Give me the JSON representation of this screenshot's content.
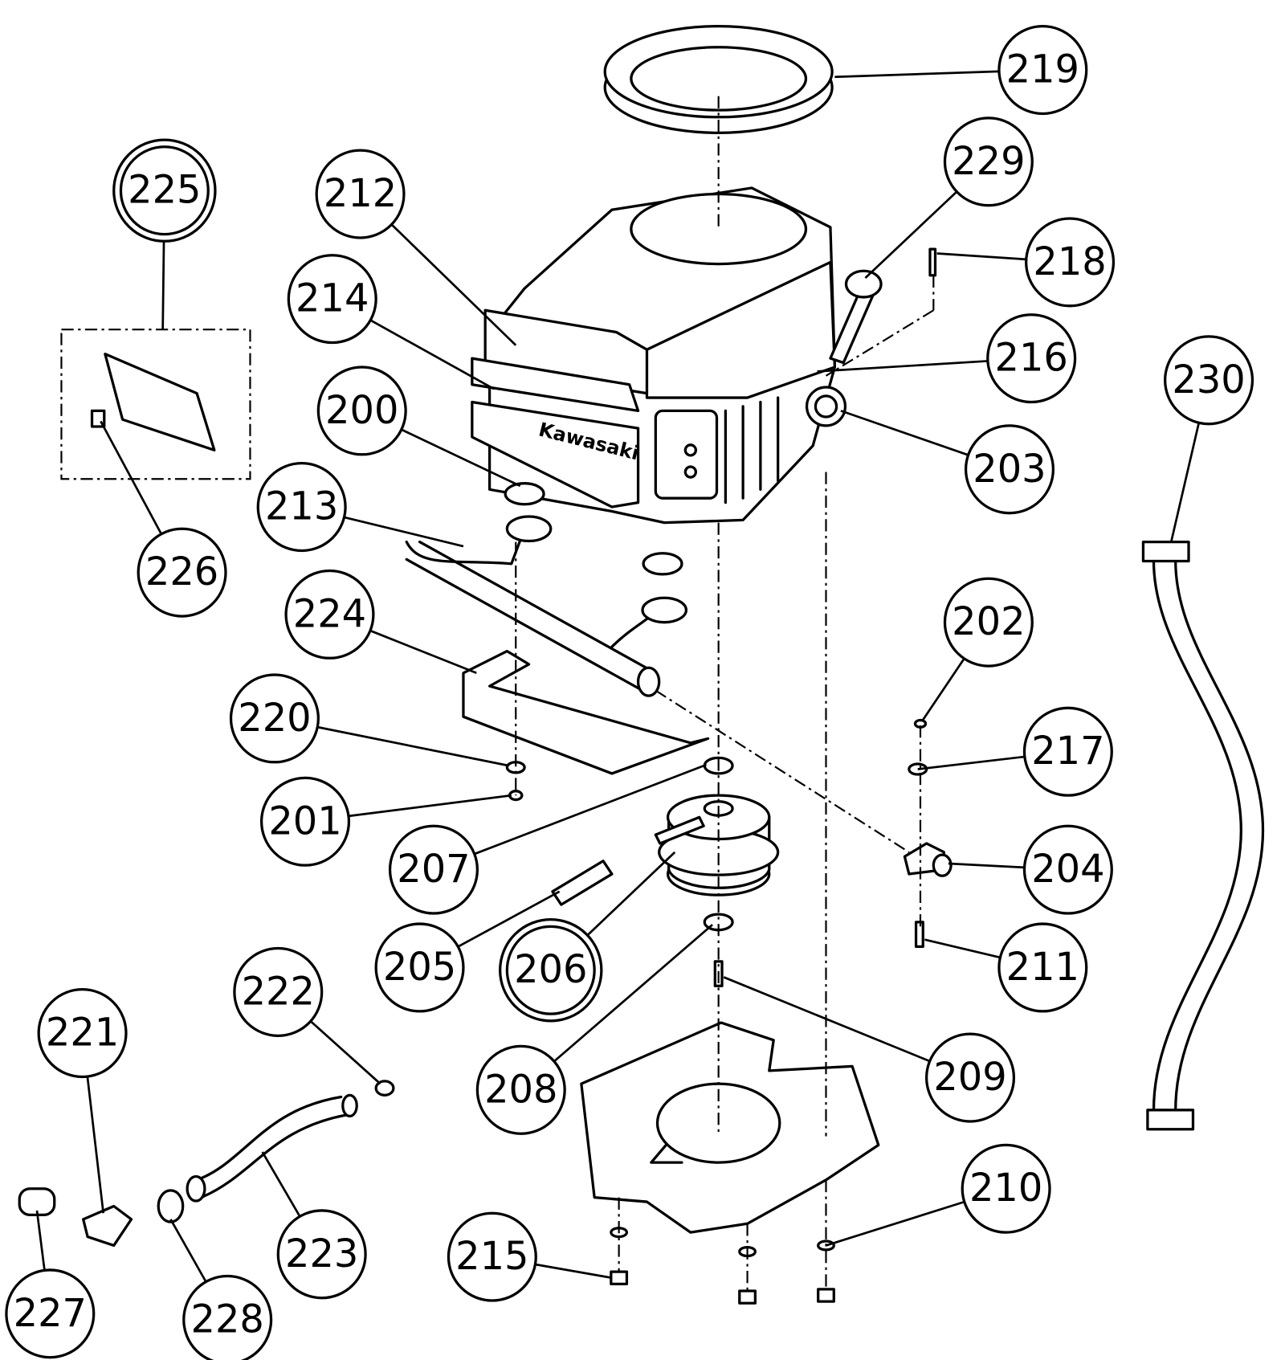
{
  "diagram": {
    "type": "exploded parts diagram",
    "logo_text": "Kawasaki",
    "callouts": [
      "200",
      "201",
      "202",
      "203",
      "204",
      "205",
      "206",
      "207",
      "208",
      "209",
      "210",
      "211",
      "212",
      "213",
      "214",
      "215",
      "216",
      "217",
      "218",
      "219",
      "220",
      "221",
      "222",
      "223",
      "224",
      "225",
      "226",
      "227",
      "228",
      "229",
      "230"
    ],
    "double_ring_callouts": [
      "225",
      "206"
    ]
  }
}
